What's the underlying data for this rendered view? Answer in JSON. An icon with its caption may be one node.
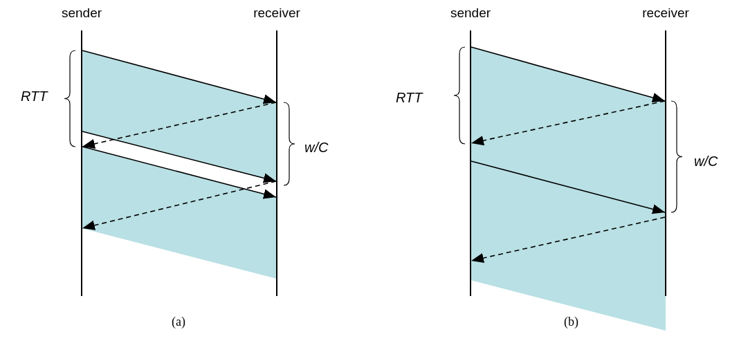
{
  "diagram": {
    "nodes": [
      {
        "text": [
          "sender"
        ]
      },
      {
        "text": [
          "receiver"
        ]
      },
      {
        "text": [
          "sender"
        ]
      },
      {
        "text": [
          "receiver"
        ]
      }
    ],
    "edges": [
      {
        "from": 0,
        "to": 1,
        "arrow": "to"
      },
      {
        "from": 1,
        "to": 0,
        "arrow": "to",
        "style": "dashed"
      },
      {
        "from": 0,
        "to": 1,
        "arrow": "to"
      },
      {
        "from": 0,
        "to": 1,
        "arrow": "to"
      },
      {
        "from": 1,
        "to": 0,
        "arrow": "to",
        "style": "dashed"
      },
      {
        "from": 2,
        "to": 3,
        "arrow": "to"
      },
      {
        "from": 3,
        "to": 2,
        "arrow": "to",
        "style": "dashed"
      },
      {
        "from": 2,
        "to": 3,
        "arrow": "to"
      },
      {
        "from": 3,
        "to": 2,
        "arrow": "to",
        "style": "dashed"
      }
    ],
    "labels": [
      "RTT",
      "w/C",
      "(a)",
      "RTT",
      "w/C",
      "(b)"
    ]
  }
}
